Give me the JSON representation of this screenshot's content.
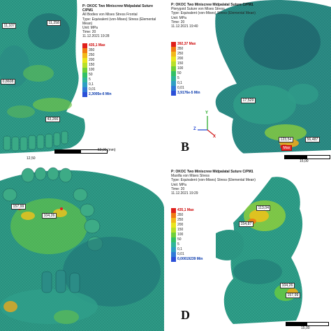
{
  "colors": {
    "legend_scale": [
      "#e0201b",
      "#f07a12",
      "#f2b81a",
      "#e9e51d",
      "#b8e02a",
      "#6fd03a",
      "#32c066",
      "#2fb59a",
      "#2e9fc4",
      "#2f79d8",
      "#2b4fd8"
    ],
    "mesh_base": "#2e9a8a",
    "bone_shadow": "#1f6c73"
  },
  "panels": [
    {
      "id": "A",
      "title": "P: OKOC Two Miniscrew Midpalatal Suture C/PM1",
      "subtitle": "All Bodies von Mises Stress Frontal",
      "type_line": "Type: Equivalent (von-Mises) Stress (Elemental Mean)",
      "unit": "Unit: MPa",
      "time": "Time: 20",
      "date": "11.12.2021 19:28",
      "legend": [
        "435,1 Max",
        "350",
        "250",
        "200",
        "150",
        "100",
        "50",
        "5",
        "0,1",
        "0,01",
        "2,3005e-6 Min"
      ],
      "tags": [
        "11,107",
        "11,258",
        "0,8608",
        "43,266"
      ],
      "scale": {
        "left": "12,50",
        "right": "50,00 (mm)"
      }
    },
    {
      "id": "B",
      "label": "B",
      "title": "P: OKOC Two Miniscrew Midpalatal Suture C/PM1",
      "subtitle": "Pterygoid Suture von Mises Stress",
      "type_line": "Type: Equivalent (von-Mises) Stress (Elemental Mean)",
      "unit": "Unit: MPa",
      "time": "Time: 20",
      "date": "11.12.2021 19:40",
      "legend": [
        "392,37 Max",
        "350",
        "250",
        "200",
        "150",
        "100",
        "50",
        "5",
        "0,1",
        "0,01",
        "3,9176e-5 Min"
      ],
      "tags": [
        "17,529",
        "123,54",
        "56,487"
      ],
      "max_tag": "Max",
      "axes": {
        "y": "Y",
        "z": "Z",
        "x": "X"
      },
      "scale": {
        "left": "15,00"
      }
    },
    {
      "id": "C",
      "tags": [
        "157,99",
        "104,26"
      ]
    },
    {
      "id": "D",
      "label": "D",
      "title": "P: OKOC Two Miniscrew Midpalatal Suture C/PM1",
      "subtitle": "Maxilla von Mises Stress",
      "type_line": "Type: Equivalent (von-Mises) Stress (Elemental Mean)",
      "unit": "Unit: MPa",
      "time": "Time: 20",
      "date": "11.12.2021 19:29",
      "legend": [
        "435,1 Max",
        "350",
        "250",
        "200",
        "150",
        "100",
        "50",
        "5",
        "0,1",
        "0,01",
        "0,00019239 Min"
      ],
      "tags": [
        "113,04",
        "154,87",
        "104,26",
        "157,99"
      ],
      "scale": {
        "left": "15,00"
      }
    }
  ]
}
